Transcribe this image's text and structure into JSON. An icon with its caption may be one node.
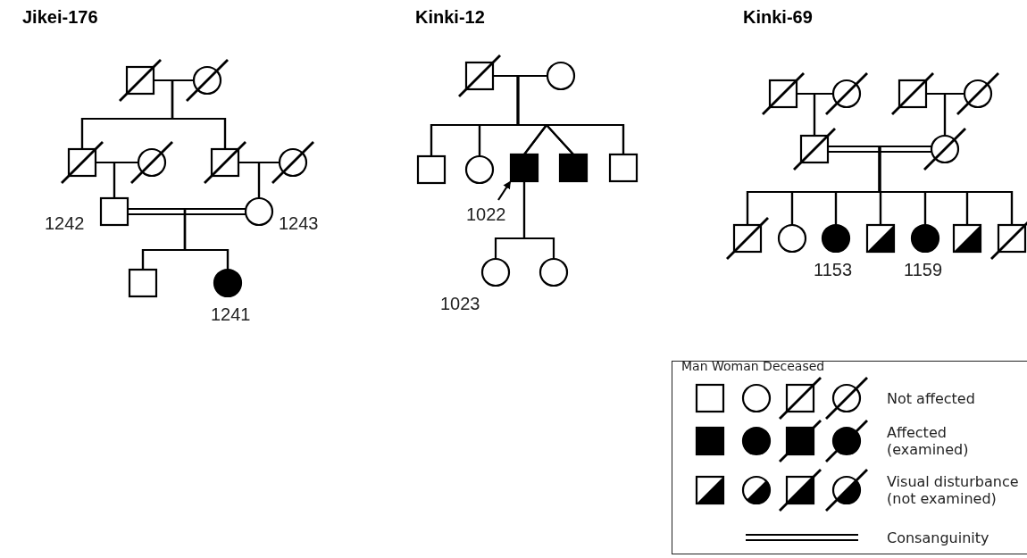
{
  "diagram": {
    "nodes": [
      {
        "text": [],
        "shape": "box"
      },
      {
        "text": [],
        "shape": "circle"
      },
      {
        "text": [],
        "shape": "box"
      },
      {
        "text": [],
        "shape": "circle"
      },
      {
        "text": [],
        "shape": "box"
      },
      {
        "text": [],
        "shape": "circle"
      },
      {
        "text": [],
        "shape": "box",
        "beside": [
          "1242"
        ]
      },
      {
        "text": [],
        "shape": "circle",
        "beside": [
          "1243"
        ]
      },
      {
        "text": [],
        "shape": "box"
      },
      {
        "text": [],
        "shape": "circle",
        "beside": [
          "1241"
        ]
      },
      {
        "text": [],
        "shape": "box"
      },
      {
        "text": [],
        "shape": "circle"
      },
      {
        "text": [],
        "shape": "box"
      },
      {
        "text": [],
        "shape": "circle"
      },
      {
        "text": [],
        "shape": "box",
        "beside": [
          "1022"
        ]
      },
      {
        "text": [],
        "shape": "box"
      },
      {
        "text": [],
        "shape": "box"
      },
      {
        "text": [],
        "shape": "circle",
        "beside": [
          "1023"
        ]
      },
      {
        "text": [],
        "shape": "circle"
      },
      {
        "text": [],
        "shape": "box"
      },
      {
        "text": [],
        "shape": "circle"
      },
      {
        "text": [],
        "shape": "box"
      },
      {
        "text": [],
        "shape": "circle"
      },
      {
        "text": [],
        "shape": "box"
      },
      {
        "text": [],
        "shape": "circle"
      },
      {
        "text": [],
        "shape": "box"
      },
      {
        "text": [],
        "shape": "circle"
      },
      {
        "text": [],
        "shape": "circle",
        "beside": [
          "1153"
        ]
      },
      {
        "text": [],
        "shape": "box"
      },
      {
        "text": [],
        "shape": "circle",
        "beside": [
          "1159"
        ]
      },
      {
        "text": [],
        "shape": "box"
      },
      {
        "text": [],
        "shape": "box"
      }
    ],
    "edges": [
      {
        "from": 0,
        "to": 1,
        "arrow": "none"
      },
      {
        "from": 0,
        "to": 2,
        "arrow": "none"
      },
      {
        "from": 0,
        "to": 4,
        "arrow": "none"
      },
      {
        "from": 1,
        "to": 2,
        "arrow": "none"
      },
      {
        "from": 1,
        "to": 4,
        "arrow": "none"
      },
      {
        "from": 2,
        "to": 3,
        "arrow": "none"
      },
      {
        "from": 2,
        "to": 6,
        "arrow": "none"
      },
      {
        "from": 3,
        "to": 6,
        "arrow": "none"
      },
      {
        "from": 4,
        "to": 5,
        "arrow": "none"
      },
      {
        "from": 4,
        "to": 7,
        "arrow": "none"
      },
      {
        "from": 5,
        "to": 7,
        "arrow": "none"
      },
      {
        "from": 6,
        "to": 7,
        "arrow": "none"
      },
      {
        "from": 6,
        "to": 8,
        "arrow": "none"
      },
      {
        "from": 6,
        "to": 9,
        "arrow": "none"
      },
      {
        "from": 7,
        "to": 8,
        "arrow": "none"
      },
      {
        "from": 7,
        "to": 9,
        "arrow": "none"
      },
      {
        "from": 10,
        "to": 11,
        "arrow": "none"
      },
      {
        "from": 10,
        "to": 12,
        "arrow": "none"
      },
      {
        "from": 10,
        "to": 13,
        "arrow": "none"
      },
      {
        "from": 10,
        "to": 14,
        "arrow": "none"
      },
      {
        "from": 10,
        "to": 15,
        "arrow": "none"
      },
      {
        "from": 10,
        "to": 16,
        "arrow": "none"
      },
      {
        "from": 11,
        "to": 12,
        "arrow": "none"
      },
      {
        "from": 11,
        "to": 13,
        "arrow": "none"
      },
      {
        "from": 11,
        "to": 14,
        "arrow": "none"
      },
      {
        "from": 11,
        "to": 15,
        "arrow": "none"
      },
      {
        "from": 11,
        "to": 16,
        "arrow": "none"
      },
      {
        "from": 14,
        "to": 17,
        "arrow": "none"
      },
      {
        "from": 14,
        "to": 18,
        "arrow": "none"
      },
      {
        "from": null,
        "to": 14,
        "arrow": "to"
      },
      {
        "from": 19,
        "to": 20,
        "arrow": "none"
      },
      {
        "from": 19,
        "to": 23,
        "arrow": "none"
      },
      {
        "from": 20,
        "to": 23,
        "arrow": "none"
      },
      {
        "from": 21,
        "to": 22,
        "arrow": "none"
      },
      {
        "from": 21,
        "to": 24,
        "arrow": "none"
      },
      {
        "from": 22,
        "to": 24,
        "arrow": "none"
      },
      {
        "from": 23,
        "to": 24,
        "arrow": "none"
      },
      {
        "from": 23,
        "to": 25,
        "arrow": "none"
      },
      {
        "from": 23,
        "to": 26,
        "arrow": "none"
      },
      {
        "from": 23,
        "to": 27,
        "arrow": "none"
      },
      {
        "from": 23,
        "to": 28,
        "arrow": "none"
      },
      {
        "from": 23,
        "to": 29,
        "arrow": "none"
      },
      {
        "from": 23,
        "to": 30,
        "arrow": "none"
      },
      {
        "from": 23,
        "to": 31,
        "arrow": "none"
      },
      {
        "from": 24,
        "to": 25,
        "arrow": "none"
      },
      {
        "from": 24,
        "to": 26,
        "arrow": "none"
      },
      {
        "from": 24,
        "to": 27,
        "arrow": "none"
      },
      {
        "from": 24,
        "to": 28,
        "arrow": "none"
      },
      {
        "from": 24,
        "to": 29,
        "arrow": "none"
      },
      {
        "from": 24,
        "to": 30,
        "arrow": "none"
      },
      {
        "from": 24,
        "to": 31,
        "arrow": "none"
      }
    ],
    "labels": [
      "Jikei-176",
      "Kinki-12",
      "Kinki-69",
      "Man Woman Deceased"
    ],
    "legend": [
      {
        "text": "Not affected"
      },
      {
        "text": "Affected (examined)"
      },
      {
        "text": "Visual disturbance (not examined)"
      },
      {
        "text": "Consanguinity"
      }
    ]
  }
}
